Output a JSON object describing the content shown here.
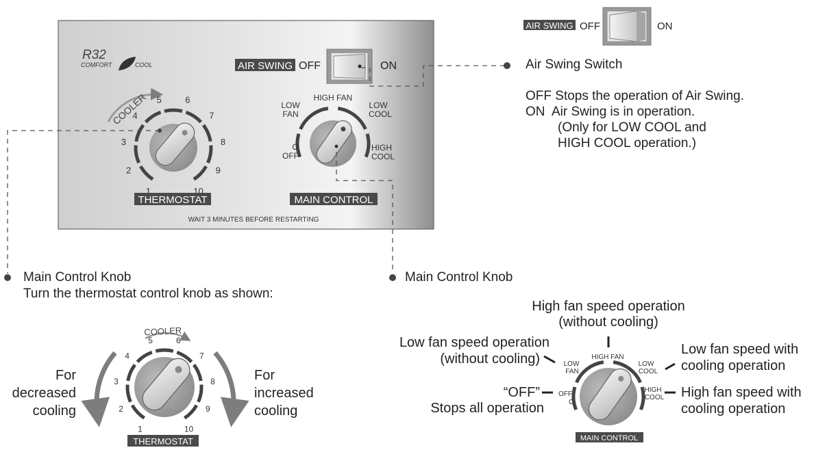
{
  "panel": {
    "brand_model": "R32",
    "brand_word1": "COMFORT",
    "brand_word2": "COOL",
    "air_swing_badge": "AIR SWING",
    "switch_off": "OFF",
    "switch_on": "ON",
    "cooler": "COOLER",
    "dial_numbers": [
      "1",
      "2",
      "3",
      "4",
      "5",
      "6",
      "7",
      "8",
      "9",
      "10"
    ],
    "thermostat_label": "THERMOSTAT",
    "main_control_label": "MAIN CONTROL",
    "mc_low_fan_1": "LOW",
    "mc_low_fan_2": "FAN",
    "mc_high_fan": "HIGH FAN",
    "mc_low_cool_1": "LOW",
    "mc_low_cool_2": "COOL",
    "mc_off_symbol": "O",
    "mc_off": "OFF",
    "mc_high_cool_1": "HIGH",
    "mc_high_cool_2": "COOL",
    "wait_notice": "WAIT 3 MINUTES BEFORE RESTARTING"
  },
  "air_swing_switch": {
    "title": "Air Swing Switch",
    "off_desc": "OFF Stops the operation of Air Swing.",
    "on_desc": "ON  Air Swing is in operation.",
    "note_line1": "(Only for LOW COOL and",
    "note_line2": "HIGH COOL operation.)"
  },
  "thermostat_callout": {
    "title": "Main Control Knob",
    "subtitle": "Turn the thermostat control knob as shown:",
    "left_1": "For",
    "left_2": "decreased",
    "left_3": "cooling",
    "right_1": "For",
    "right_2": "increased",
    "right_3": "cooling"
  },
  "main_control_callout": {
    "title": "Main Control Knob",
    "high_fan_1": "High fan speed operation",
    "high_fan_2": "(without cooling)",
    "low_fan_1": "Low fan speed operation",
    "low_fan_2": "(without cooling)",
    "off_1": "“OFF”",
    "off_2": "Stops all operation",
    "low_cool_1": "Low fan speed with",
    "low_cool_2": "cooling operation",
    "high_cool_1": "High fan speed with",
    "high_cool_2": "cooling operation"
  },
  "colors": {
    "badge": "#4a4a4a",
    "tick": "#444444",
    "arrow": "#7d7d7d",
    "leader": "#555555"
  }
}
